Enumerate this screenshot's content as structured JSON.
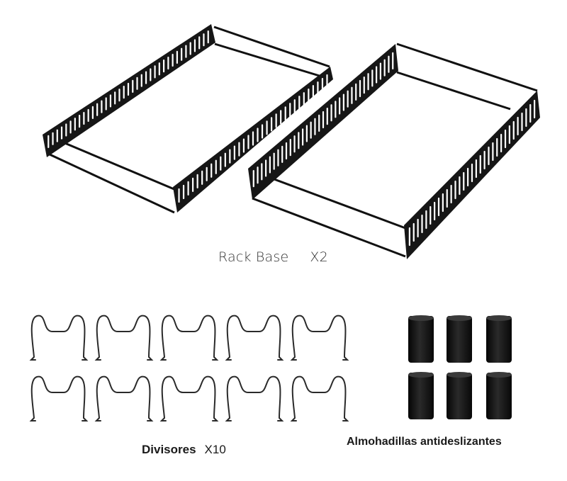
{
  "rack_base": {
    "name": "Rack Base",
    "quantity": "X2"
  },
  "divisores": {
    "name": "Divisores",
    "quantity": "X10"
  },
  "pads": {
    "name": "Almohadillas antideslizantes"
  },
  "colors": {
    "metal": "#161616",
    "background": "#ffffff"
  }
}
